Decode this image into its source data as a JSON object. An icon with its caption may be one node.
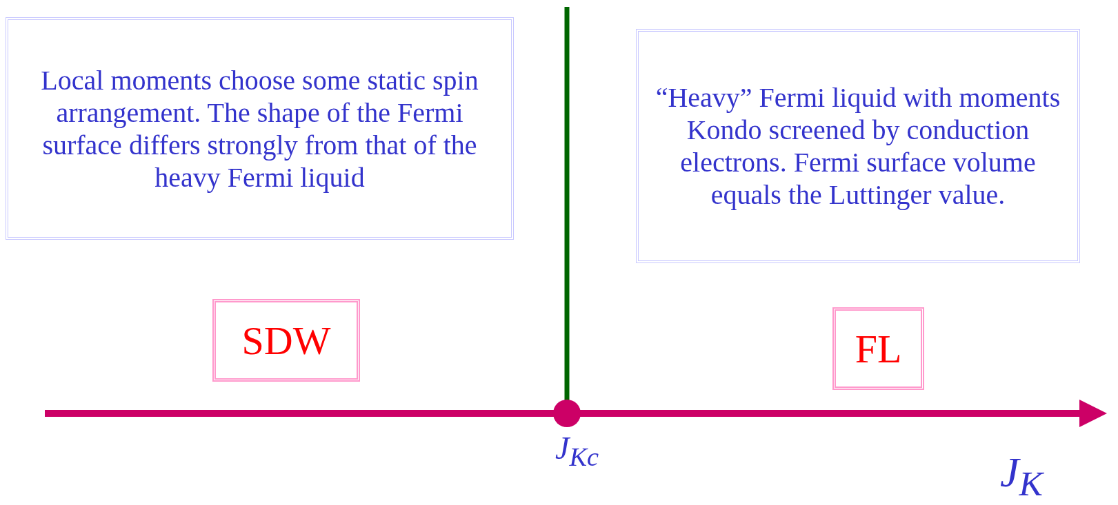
{
  "diagram": {
    "nodes": [
      {
        "text": [
          "Local moments choose some static spin arrangement. The shape of the Fermi surface differs strongly from that of the heavy Fermi liquid"
        ]
      },
      {
        "text": [
          "“Heavy” Fermi  liquid with moments Kondo screened by conduction electrons. Fermi surface volume equals the Luttinger value."
        ]
      },
      {
        "text": [
          "SDW"
        ]
      },
      {
        "text": [
          "FL"
        ]
      },
      {
        "text": [],
        "shape": "circle"
      }
    ],
    "edges": [],
    "labels": [
      "J$_{Kc}$",
      "J$_{K}$"
    ]
  }
}
